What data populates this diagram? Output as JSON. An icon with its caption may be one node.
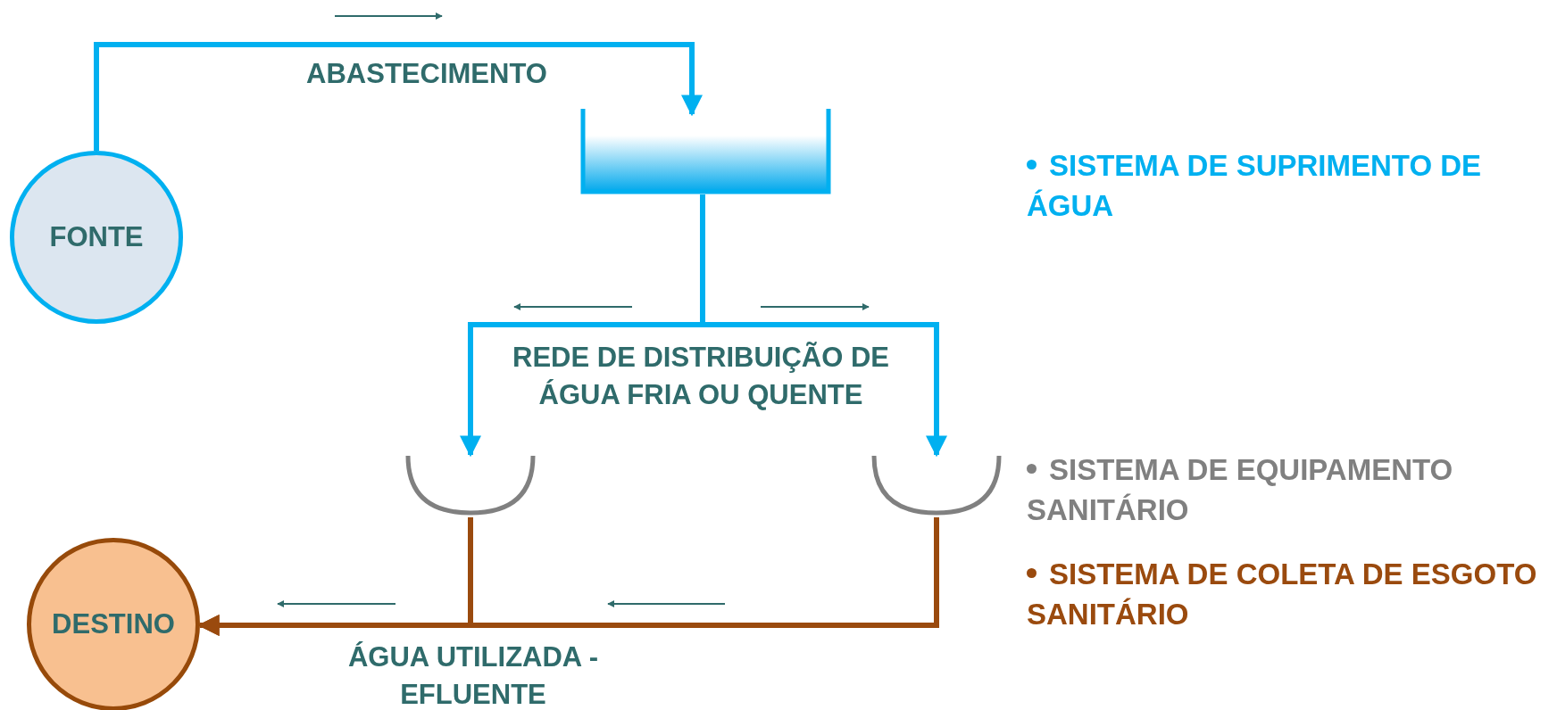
{
  "diagram": {
    "nodes": [
      {
        "text": [
          "FONTE"
        ]
      },
      {
        "text": [],
        "shape": "box"
      },
      {
        "text": [],
        "shape": "bowl"
      },
      {
        "text": [],
        "shape": "bowl"
      },
      {
        "text": [
          "DESTINO"
        ]
      }
    ],
    "edges": [
      {
        "from": 0,
        "to": 1,
        "arrow": "to",
        "label": "ABASTECIMENTO"
      },
      {
        "from": 1,
        "to": 2,
        "arrow": "to"
      },
      {
        "from": 1,
        "to": 3,
        "arrow": "to"
      },
      {
        "from": 2,
        "to": 4,
        "arrow": "to",
        "color": "#9a4a0e"
      },
      {
        "from": 3,
        "to": 4,
        "arrow": "to",
        "color": "#9a4a0e"
      }
    ],
    "labels": [
      "REDE DE DISTRIBUIÇÃO DE ÁGUA FRIA OU QUENTE",
      "ÁGUA UTILIZADA - EFLUENTE"
    ],
    "legend": [
      {
        "text": "SISTEMA DE SUPRIMENTO DE ÁGUA",
        "color": "#00b0f0"
      },
      {
        "text": "SISTEMA DE EQUIPAMENTO SANITÁRIO",
        "color": "#808080"
      },
      {
        "text": "SISTEMA DE COLETA DE ESGOTO SANITÁRIO",
        "color": "#9a4a0e"
      }
    ]
  }
}
